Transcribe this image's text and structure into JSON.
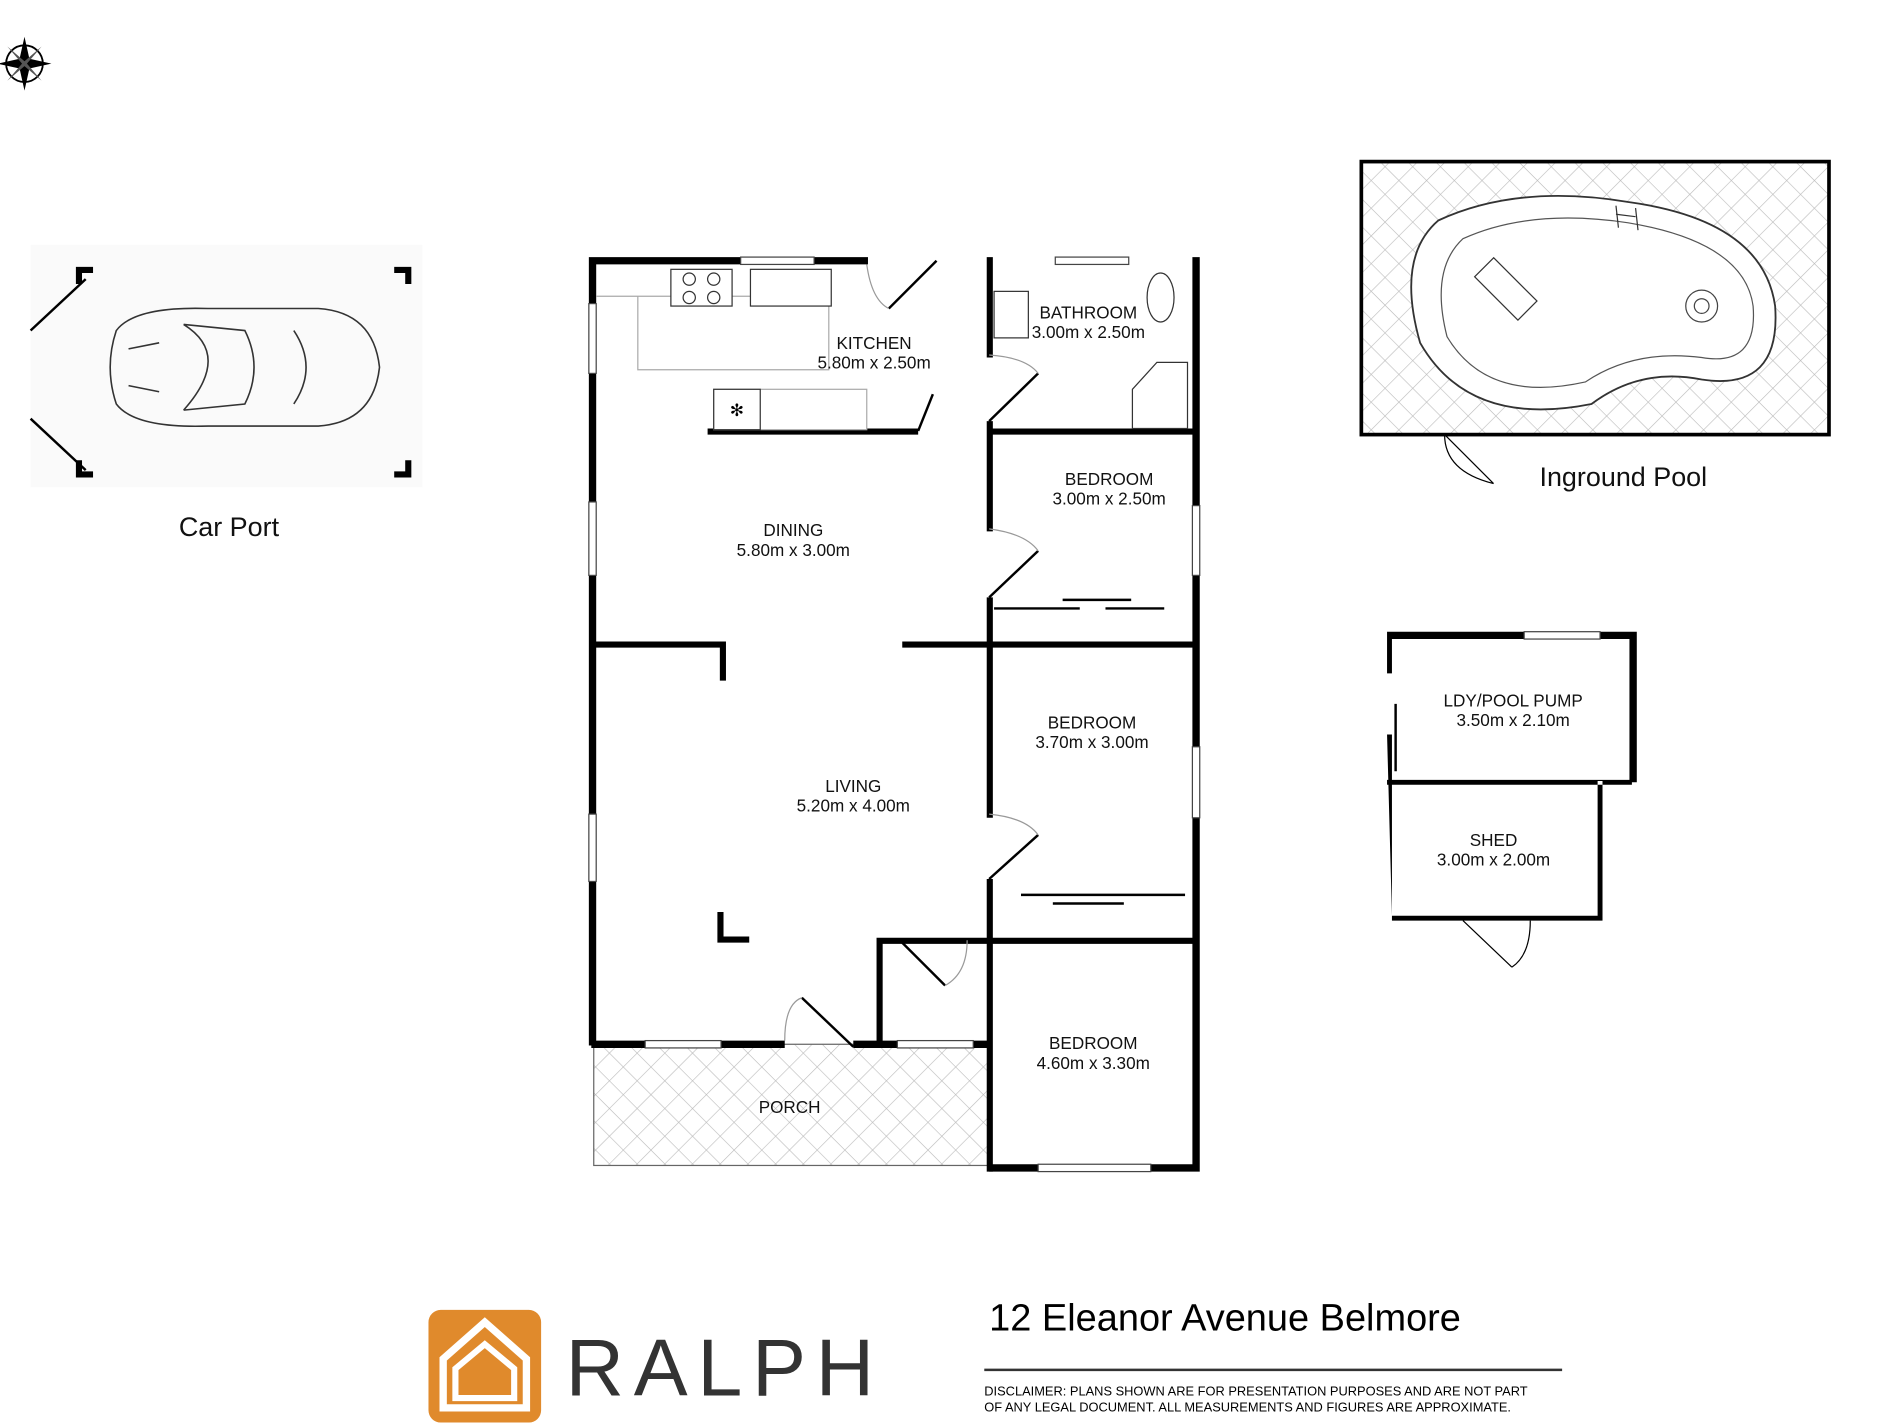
{
  "rooms": {
    "kitchen": {
      "name": "KITCHEN",
      "size": "5.80m x 2.50m"
    },
    "bathroom": {
      "name": "BATHROOM",
      "size": "3.00m x 2.50m"
    },
    "dining": {
      "name": "DINING",
      "size": "5.80m x 3.00m"
    },
    "bedroom1": {
      "name": "BEDROOM",
      "size": "3.00m x 2.50m"
    },
    "living": {
      "name": "LIVING",
      "size": "5.20m x 4.00m"
    },
    "bedroom2": {
      "name": "BEDROOM",
      "size": "3.70m x 3.00m"
    },
    "bedroom3": {
      "name": "BEDROOM",
      "size": "4.60m x 3.30m"
    },
    "porch": {
      "name": "PORCH"
    },
    "laundry": {
      "name": "LDY/POOL PUMP",
      "size": "3.50m x 2.10m"
    },
    "shed": {
      "name": "SHED",
      "size": "3.00m x 2.00m"
    }
  },
  "outdoor": {
    "car_port": "Car Port",
    "pool": "Inground Pool"
  },
  "footer": {
    "brand": "RALPH",
    "address": "12 Eleanor Avenue Belmore",
    "disclaimer_line1": "DISCLAIMER:  PLANS SHOWN ARE FOR PRESENTATION PURPOSES AND ARE NOT PART",
    "disclaimer_line2": "OF ANY LEGAL DOCUMENT. ALL MEASUREMENTS AND FIGURES ARE APPROXIMATE.",
    "brand_color": "#e08a2c"
  }
}
